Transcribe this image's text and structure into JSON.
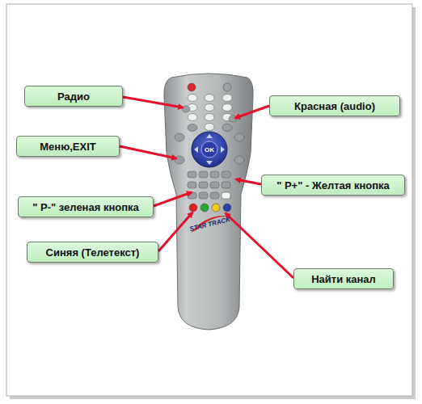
{
  "diagram": {
    "nodes": [
      {
        "text": [
          "Радио"
        ]
      },
      {
        "text": [
          "Красная (audio)"
        ]
      },
      {
        "text": [
          "Меню,EXIT"
        ]
      },
      {
        "text": [
          "\" P+\" - Желтая кнопка"
        ]
      },
      {
        "text": [
          "\" P-\" зеленая кнопка"
        ]
      },
      {
        "text": [
          "Синяя (Телетекст)"
        ]
      },
      {
        "text": [
          "Найти канал"
        ]
      }
    ],
    "labels": [
      "OK",
      "STAR TRACK"
    ]
  }
}
